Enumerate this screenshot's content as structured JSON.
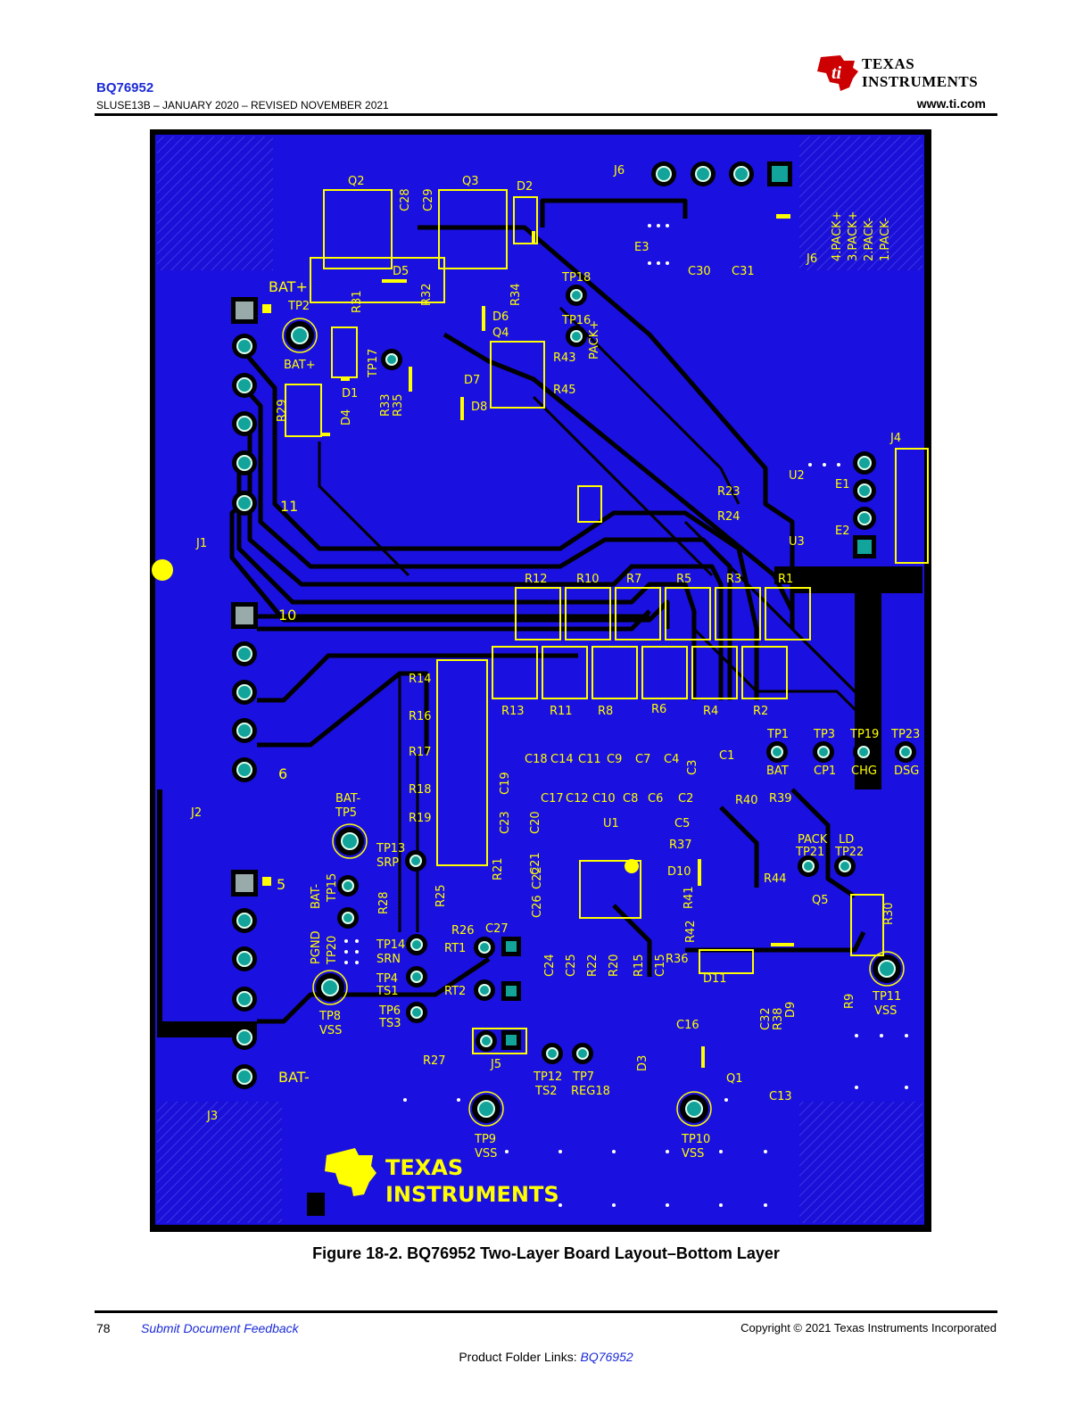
{
  "header": {
    "product": "BQ76952",
    "doc_line": "SLUSE13B – JANUARY 2020 – REVISED NOVEMBER 2021",
    "brand_line1": "Texas",
    "brand_line2": "Instruments",
    "url": "www.ti.com"
  },
  "figure": {
    "caption": "Figure 18-2. BQ76952 Two-Layer Board Layout–Bottom Layer",
    "silkscreen_brand_line1": "Texas",
    "silkscreen_brand_line2": "Instruments",
    "labels": {
      "q2": "Q2",
      "c28": "C28",
      "c29": "C29",
      "q3": "Q3",
      "d2": "D2",
      "j6": "J6",
      "e3": "E3",
      "c30": "C30",
      "c31": "C31",
      "j6b": "J6",
      "pack4": "4.PACK+",
      "pack3": "3.PACK+",
      "pack2": "2.PACK-",
      "pack1": "1.PACK-",
      "batp": "BAT+",
      "tp2": "TP2",
      "batp2": "BAT+",
      "r31": "R31",
      "d5": "D5",
      "r32": "R32",
      "r34": "R34",
      "d6": "D6",
      "q4": "Q4",
      "tp18": "TP18",
      "tp16": "TP16",
      "packp": "PACK+",
      "r43": "R43",
      "r45": "R45",
      "tp17": "TP17",
      "d7": "D7",
      "d8": "D8",
      "r33": "R33",
      "r35": "R35",
      "d1": "D1",
      "d4": "D4",
      "r29": "R29",
      "j4": "J4",
      "u2": "U2",
      "e1": "E1",
      "r23": "R23",
      "r24": "R24",
      "e2": "E2",
      "u3": "U3",
      "n11": "11",
      "j1": "J1",
      "n10": "10",
      "r12": "R12",
      "r10": "R10",
      "r7": "R7",
      "r5": "R5",
      "r3": "R3",
      "r1": "R1",
      "r14": "R14",
      "r16": "R16",
      "r17": "R17",
      "r18": "R18",
      "r19": "R19",
      "r13": "R13",
      "r11": "R11",
      "r8": "R8",
      "r6": "R6",
      "r4": "R4",
      "r2": "R2",
      "tp1": "TP1",
      "tp3": "TP3",
      "tp19": "TP19",
      "tp23": "TP23",
      "bat": "BAT",
      "cp1": "CP1",
      "chg": "CHG",
      "dsg": "DSG",
      "c18": "C18",
      "c14": "C14",
      "c11": "C11",
      "c9": "C9",
      "c7": "C7",
      "c4": "C4",
      "c3": "C3",
      "c1": "C1",
      "c19": "C19",
      "c17": "C17",
      "c12": "C12",
      "c10": "C10",
      "c8": "C8",
      "c6": "C6",
      "c2": "C2",
      "r40": "R40",
      "r39": "R39",
      "c5": "C5",
      "u1": "U1",
      "r37": "R37",
      "pack": "PACK",
      "ld": "LD",
      "tp21": "TP21",
      "tp22": "TP22",
      "n6": "6",
      "j2": "J2",
      "batm": "BAT-",
      "tp5": "TP5",
      "c23": "C23",
      "c20": "C20",
      "c21": "C21",
      "tp13": "TP13",
      "srp": "SRP",
      "r21": "R21",
      "c22": "C22",
      "d10": "D10",
      "r44": "R44",
      "r41": "R41",
      "q5": "Q5",
      "r30": "R30",
      "n5": "5",
      "batm2": "BAT-",
      "tp15": "TP15",
      "r28": "R28",
      "r25": "R25",
      "c26": "C26",
      "r26": "R26",
      "c27": "C27",
      "r42": "R42",
      "pgnd": "PGND",
      "tp20": "TP20",
      "tp14": "TP14",
      "srn": "SRN",
      "rt1": "RT1",
      "c24": "C24",
      "c25": "C25",
      "r22": "R22",
      "r20": "R20",
      "r15": "R15",
      "c15": "C15",
      "r36": "R36",
      "tp4": "TP4",
      "ts1": "TS1",
      "rt2": "RT2",
      "d11": "D11",
      "tp8": "TP8",
      "vss1": "VSS",
      "tp6": "TP6",
      "ts3": "TS3",
      "c16": "C16",
      "c32": "C32",
      "r38": "R38",
      "d9": "D9",
      "r9": "R9",
      "tp11": "TP11",
      "vss2": "VSS",
      "r27": "R27",
      "j5": "J5",
      "tp12": "TP12",
      "tp7": "TP7",
      "ts2": "TS2",
      "reg18": "REG18",
      "d3": "D3",
      "q1": "Q1",
      "c13": "C13",
      "batm3": "BAT-",
      "j3": "J3",
      "tp9": "TP9",
      "vss3": "VSS",
      "tp10": "TP10",
      "vss4": "VSS"
    }
  },
  "footer": {
    "page": "78",
    "feedback": "Submit Document Feedback",
    "copyright": "Copyright © 2021 Texas Instruments Incorporated",
    "links_label": "Product Folder Links: ",
    "links_product": "BQ76952"
  }
}
